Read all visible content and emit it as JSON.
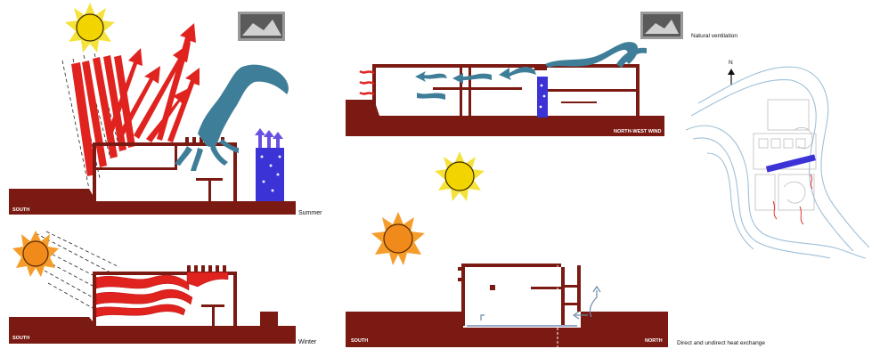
{
  "labels": {
    "summer_south": "SOUTH",
    "summer": "Summer",
    "winter_south": "SOUTH",
    "winter": "Winter",
    "natural_ventilation": "Natural ventilation",
    "north_west_wind": "NORTH-WEST WIND",
    "exchange_south": "SOUTH",
    "exchange_north": "NORTH",
    "heat_exchange": "Direct and undirect heat exchange",
    "north_arrow": "N"
  },
  "colors": {
    "ground": "#7a1a12",
    "heat": "#e0231f",
    "cool_air": "#3f7e98",
    "water": "#3b33d6",
    "sun_core": "#f2d400",
    "sun_ray": "#f5e23a",
    "sun_orange_core": "#f08a1a",
    "sun_orange_ray": "#f59c2a",
    "site_lines": "#9ec0d8"
  },
  "icons": [
    "sun-icon",
    "photo-thumbnail-icon",
    "north-arrow-icon"
  ]
}
